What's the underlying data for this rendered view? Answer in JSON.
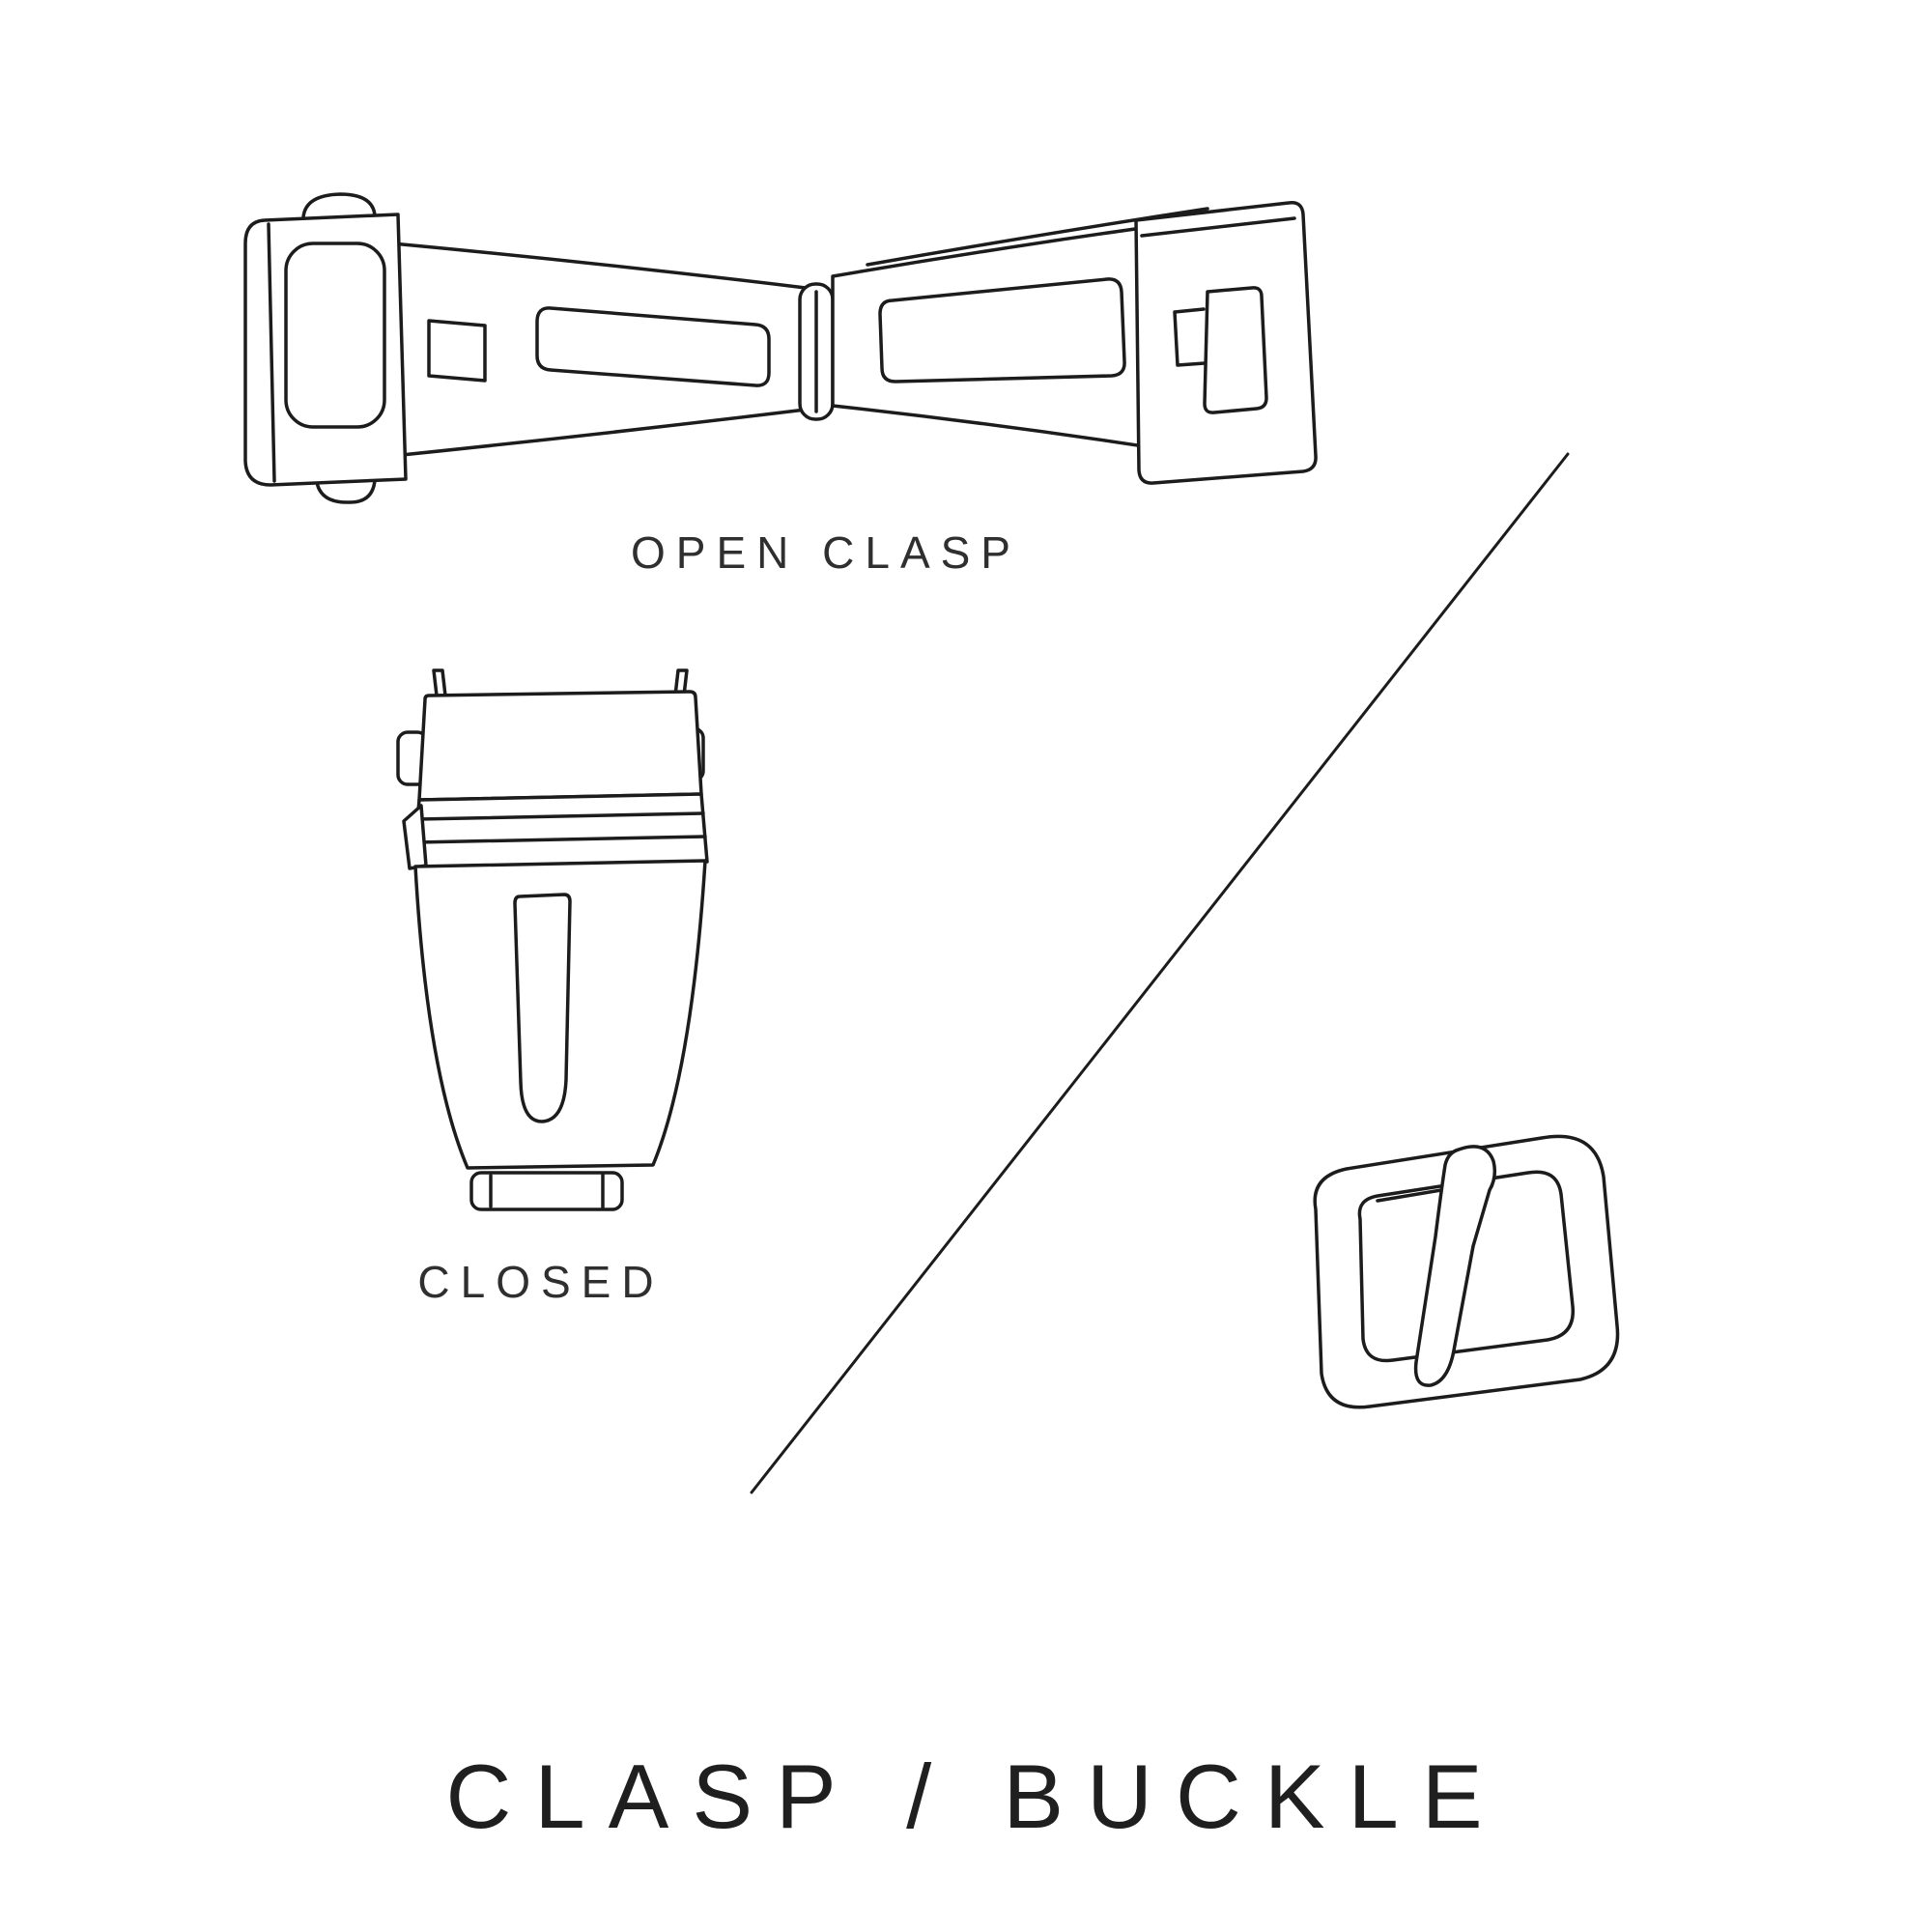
{
  "page": {
    "background_color": "#ffffff",
    "line_color": "#1c1c1c",
    "text_color": "#2b2b2b"
  },
  "diagram": {
    "title": "CLASP / BUCKLE",
    "figures": [
      {
        "id": "open-clasp",
        "label": "OPEN CLASP"
      },
      {
        "id": "closed-clasp",
        "label": "CLOSED"
      },
      {
        "id": "tang-buckle",
        "label": ""
      }
    ]
  }
}
